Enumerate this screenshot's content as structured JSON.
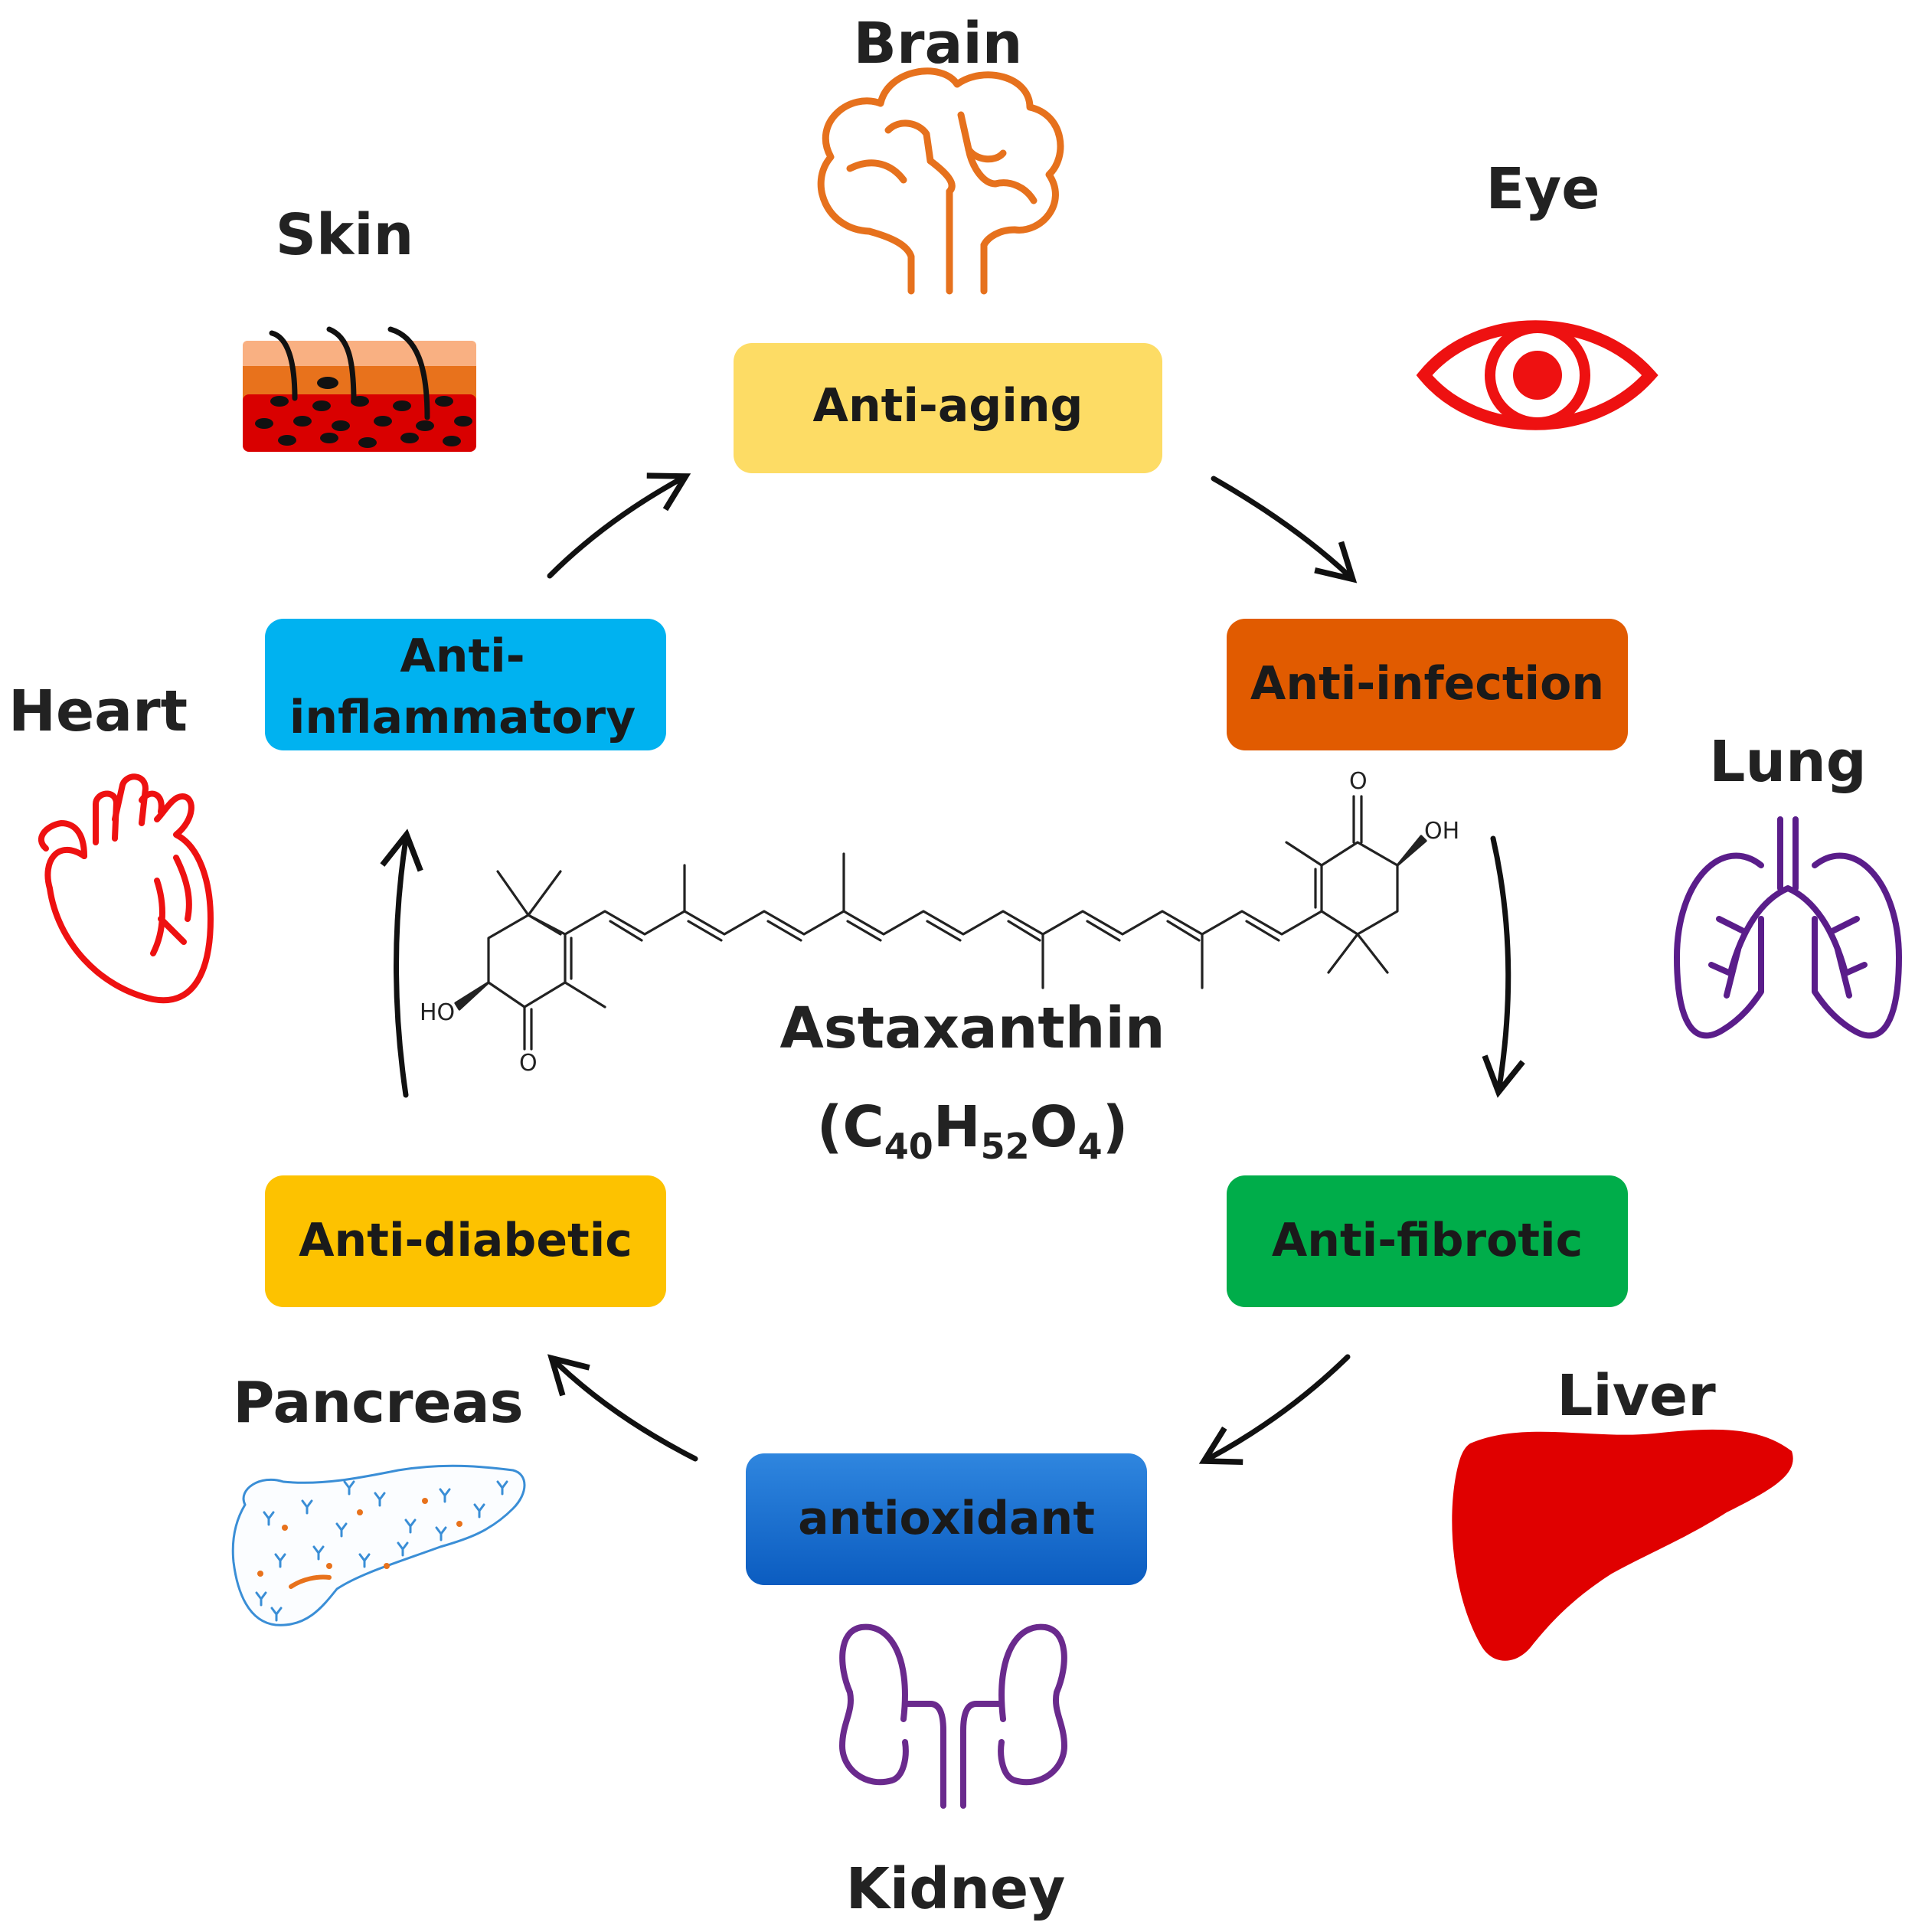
{
  "center": {
    "name": "Astaxanthin",
    "formula_open": "(C",
    "formula_c_sub": "40",
    "formula_h": "H",
    "formula_h_sub": "52",
    "formula_o": "O",
    "formula_o_sub": "4",
    "formula_close": ")",
    "atom_labels": {
      "oh_right": "OH",
      "ho_left": "HO",
      "o_top": "O",
      "o_bottom": "O"
    }
  },
  "effects": {
    "anti_aging": {
      "label": "Anti-aging",
      "color": "#fddc65"
    },
    "anti_infection": {
      "label": "Anti-infection",
      "color": "#e15b00"
    },
    "anti_fibrotic": {
      "label": "Anti-fibrotic",
      "color": "#00ad4a"
    },
    "antioxidant": {
      "label": "antioxidant",
      "color": "#1a73d1"
    },
    "anti_diabetic": {
      "label": "Anti-diabetic",
      "color": "#fdc200"
    },
    "anti_inflammatory": {
      "label_line1": "Anti-",
      "label_line2": "inflammatory",
      "color": "#00b2f0"
    }
  },
  "organs": {
    "brain": {
      "label": "Brain",
      "icon": "brain-icon",
      "color": "#e6711d"
    },
    "eye": {
      "label": "Eye",
      "icon": "eye-icon",
      "color": "#ee1111"
    },
    "lung": {
      "label": "Lung",
      "icon": "lung-icon",
      "color": "#5a1d8a"
    },
    "liver": {
      "label": "Liver",
      "icon": "liver-icon",
      "color": "#e00000"
    },
    "kidney": {
      "label": "Kidney",
      "icon": "kidney-icon",
      "color": "#6a2a8d"
    },
    "pancreas": {
      "label": "Pancreas",
      "icon": "pancreas-icon",
      "color": "#2a7fd0"
    },
    "heart": {
      "label": "Heart",
      "icon": "heart-icon",
      "color": "#ee1111"
    },
    "skin": {
      "label": "Skin",
      "icon": "skin-icon",
      "color": "#d90000"
    }
  }
}
